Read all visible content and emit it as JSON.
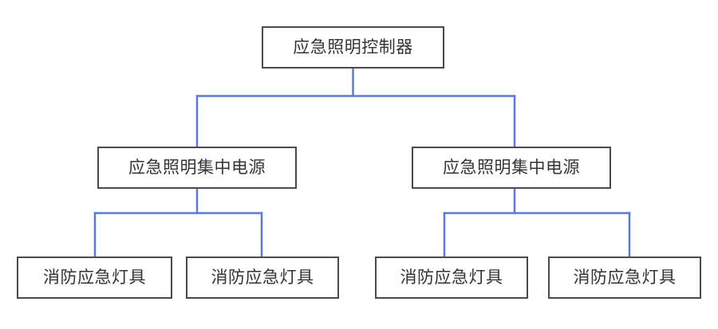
{
  "diagram": {
    "type": "hierarchy-tree",
    "background_color": "#ffffff",
    "box_border_color": "#4a4a4a",
    "connector_color": "#5b7bd5",
    "text_color": "#333333",
    "levels": 3,
    "nodes": {
      "root": {
        "label": "应急照明控制器",
        "level": 1
      },
      "power_left": {
        "label": "应急照明集中电源",
        "level": 2
      },
      "power_right": {
        "label": "应急照明集中电源",
        "level": 2
      },
      "lamp_1": {
        "label": "消防应急灯具",
        "level": 3
      },
      "lamp_2": {
        "label": "消防应急灯具",
        "level": 3
      },
      "lamp_3": {
        "label": "消防应急灯具",
        "level": 3
      },
      "lamp_4": {
        "label": "消防应急灯具",
        "level": 3
      }
    }
  }
}
